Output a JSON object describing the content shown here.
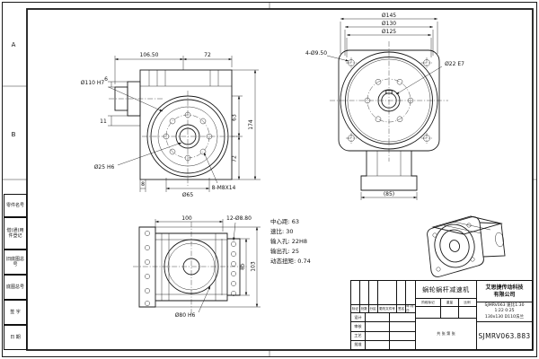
{
  "sheet": {
    "zones": [
      "A",
      "B"
    ],
    "margin_labels": [
      "零件名号",
      "借(通)用件登记",
      "旧底图总号",
      "底图总号",
      "签 字",
      "日 期"
    ]
  },
  "side_view": {
    "dim_overall_top": "106.50",
    "dim_body_top": "72",
    "dim_6": "6",
    "dim_11": "11",
    "label_bore": "Ø110 H7",
    "label_shaft": "Ø25 H6",
    "dim_8": "8",
    "dim_bolt_circle": "Ø65",
    "label_tapped_holes": "8-M8X14",
    "dim_63": "63",
    "dim_72": "72",
    "dim_174": "174"
  },
  "front_view": {
    "dim_d145": "Ø145",
    "dim_d130": "Ø130",
    "dim_d125": "Ø125",
    "label_corner_holes": "4-Ø9.50",
    "label_bore": "Ø22 E7",
    "dim_85": "(85)"
  },
  "bottom_view": {
    "dim_100": "100",
    "label_holes": "12-Ø8.80",
    "label_bore": "Ø80 H6",
    "dim_85": "85",
    "dim_103": "103"
  },
  "notes": {
    "line1": "中心距: 63",
    "line2": "速比: 30",
    "line3": "输入孔: 22H8",
    "line4": "输出孔: 25",
    "line5": "动态扭矩: 0.74"
  },
  "title_block": {
    "part_name": "蜗轮蜗杆减速机",
    "company_line1": "艾思捷传动科技",
    "company_line2": "有限公司",
    "spec_line1": "SJMRV063 速比1:30",
    "spec_line2": "1:22 0:25",
    "spec_line3": "130x130 D110法兰",
    "drawing_no": "SJMRV063.883",
    "rev_headers": [
      "标记",
      "处数",
      "分区",
      "更改文件号",
      "签名",
      "年.月.日"
    ],
    "roles": [
      "设计",
      "审核",
      "工艺",
      "批准"
    ],
    "stage_headers": [
      "阶段标记",
      "重量",
      "比例"
    ],
    "sheet_info": "共 张  第 张"
  }
}
